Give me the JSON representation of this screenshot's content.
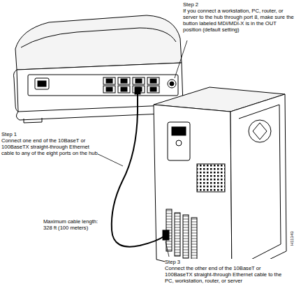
{
  "diagram": {
    "labels": [
      "Step 2",
      "If you connect a workstation, PC, router, or server to the hub through port 8, make sure the button labeled MDI/MDI-X is in the OUT position (default setting)",
      "Step 1",
      "Connect one end of the 10BaseT or 100BaseTX straight-through Ethernet cable to any of the eight ports on the hub",
      "Maximum cable length: 328 ft (100 meters)",
      "Step 3",
      "Connect the other end of the 10BaseT or 100BaseTX straight-through Ethernet cable to the PC, workstation, router, or server",
      "H11343"
    ]
  }
}
